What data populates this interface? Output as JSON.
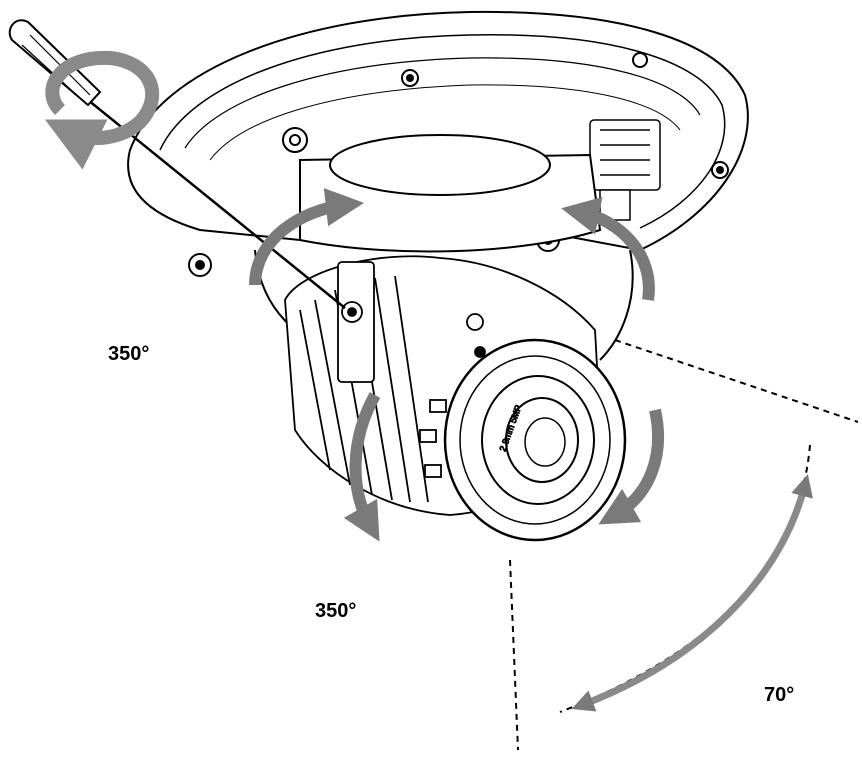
{
  "diagram": {
    "labels": {
      "pan_angle": "350°",
      "rotation_angle": "350°",
      "tilt_angle": "70°"
    },
    "lens_marking": "2.8mm 5MP",
    "colors": {
      "arrow": "#7a7a7a",
      "line": "#000000",
      "background": "#ffffff"
    }
  }
}
